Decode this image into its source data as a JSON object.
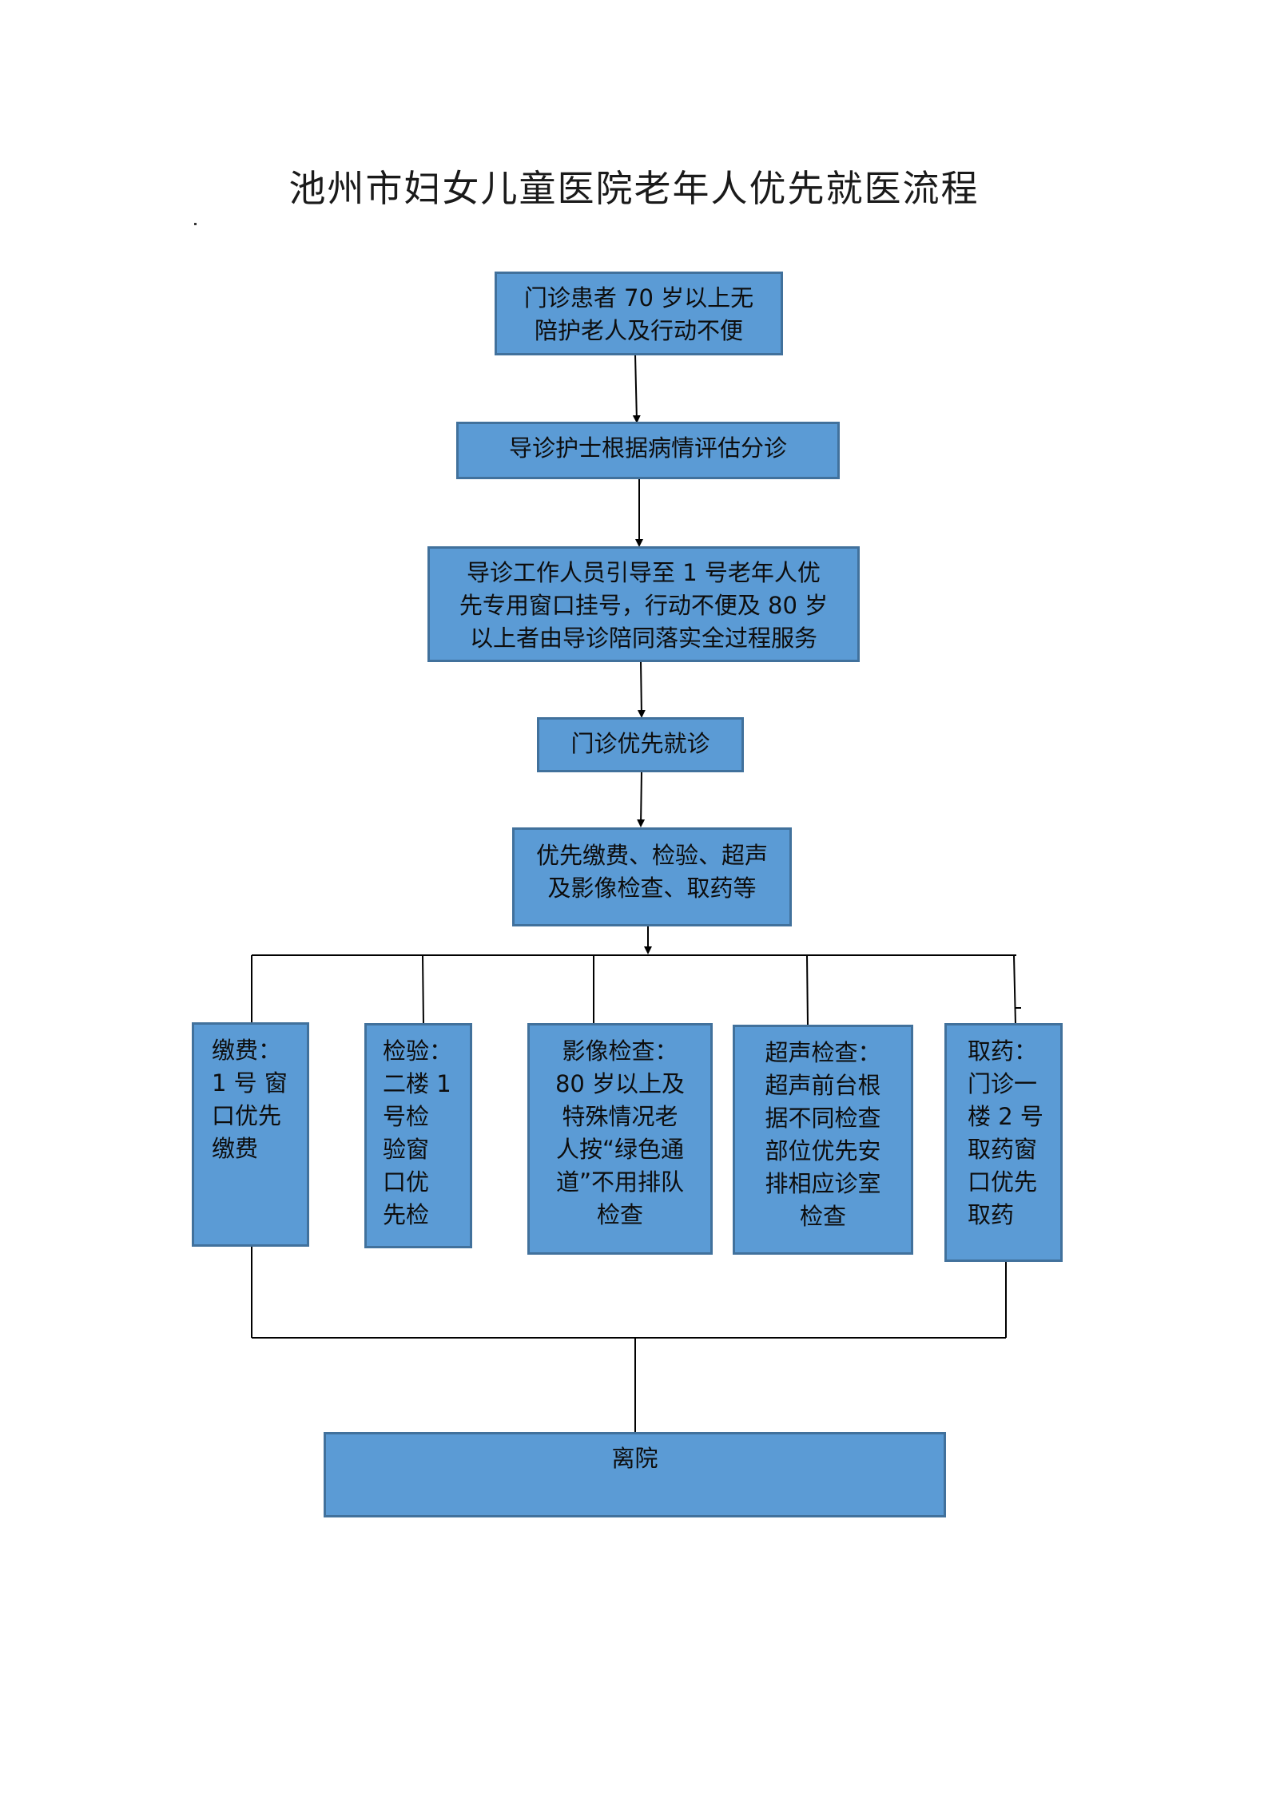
{
  "title": "池州市妇女儿童医院老年人优先就医流程",
  "boxes": {
    "b1": [
      "门诊患者 70 岁以上无",
      "陪护老人及行动不便"
    ],
    "b2": [
      "导诊护士根据病情评估分诊"
    ],
    "b3": [
      "导诊工作人员引导至 1 号老年人优",
      "先专用窗口挂号，行动不便及 80 岁",
      "以上者由导诊陪同落实全过程服务"
    ],
    "b4": [
      "门诊优先就诊"
    ],
    "b5": [
      "优先缴费、检验、超声",
      "及影像检查、取药等"
    ],
    "pay": [
      "缴费：",
      "1 号 窗",
      "口优先",
      "缴费"
    ],
    "lab": [
      "检验：",
      "二楼 1",
      "号检",
      "验窗",
      "口优",
      "先检"
    ],
    "imaging": [
      "影像检查：",
      "80 岁以上及",
      "特殊情况老",
      "人按“绿色通",
      "道”不用排队",
      "检查"
    ],
    "ultrasound": [
      "超声检查：",
      "超声前台根",
      "据不同检查",
      "部位优先安",
      "排相应诊室",
      "检查"
    ],
    "pharmacy": [
      "取药：",
      "门诊一",
      "楼 2 号",
      "取药窗",
      "口优先",
      "取药"
    ],
    "exit": [
      "离院"
    ]
  },
  "colors": {
    "box_fill": "#5b9bd5",
    "box_border": "#41719c",
    "line": "#000000"
  }
}
